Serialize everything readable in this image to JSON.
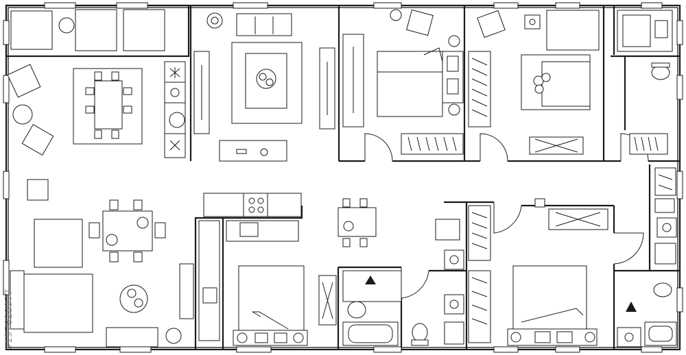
{
  "diagram": {
    "type": "floor-plan",
    "style": "black line drawing on white",
    "colors": {
      "line": "#1a1a1a",
      "background": "#ffffff",
      "watermark": "#777777"
    }
  },
  "watermark": {
    "text": "#197628977"
  }
}
